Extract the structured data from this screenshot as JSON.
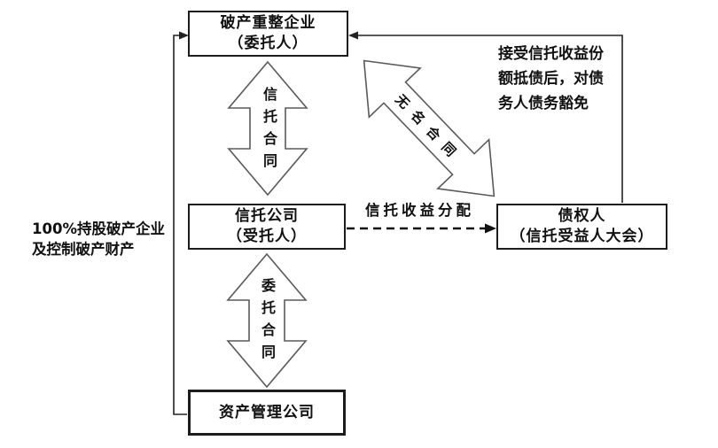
{
  "colors": {
    "background": "#ffffff",
    "box_border": "#1c1c1c",
    "connector_line": "#222222",
    "block_arrow_outline": "#5a5a5a",
    "block_arrow_fill": "#ffffff",
    "text": "#111111"
  },
  "nodes": {
    "debtor": {
      "line1": "破产重整企业",
      "line2": "（委托人）"
    },
    "trust": {
      "line1": "信托公司",
      "line2": "（受托人）"
    },
    "creditor": {
      "line1": "债权人",
      "line2": "（信托受益人大会）"
    },
    "amc": {
      "line1": "资产管理公司"
    }
  },
  "edges": {
    "trust_contract": "信托合同",
    "entrust_contract": "委托合同",
    "unnamed_contract": "无名合同",
    "income_distribution": "信托收益分配"
  },
  "annotations": {
    "left": {
      "line1": "100%持股破产企业",
      "line2": "及控制破产财产"
    },
    "right": {
      "line1": "接受信托收益份",
      "line2": "额抵债后，对债",
      "line3": "务人债务豁免"
    }
  }
}
